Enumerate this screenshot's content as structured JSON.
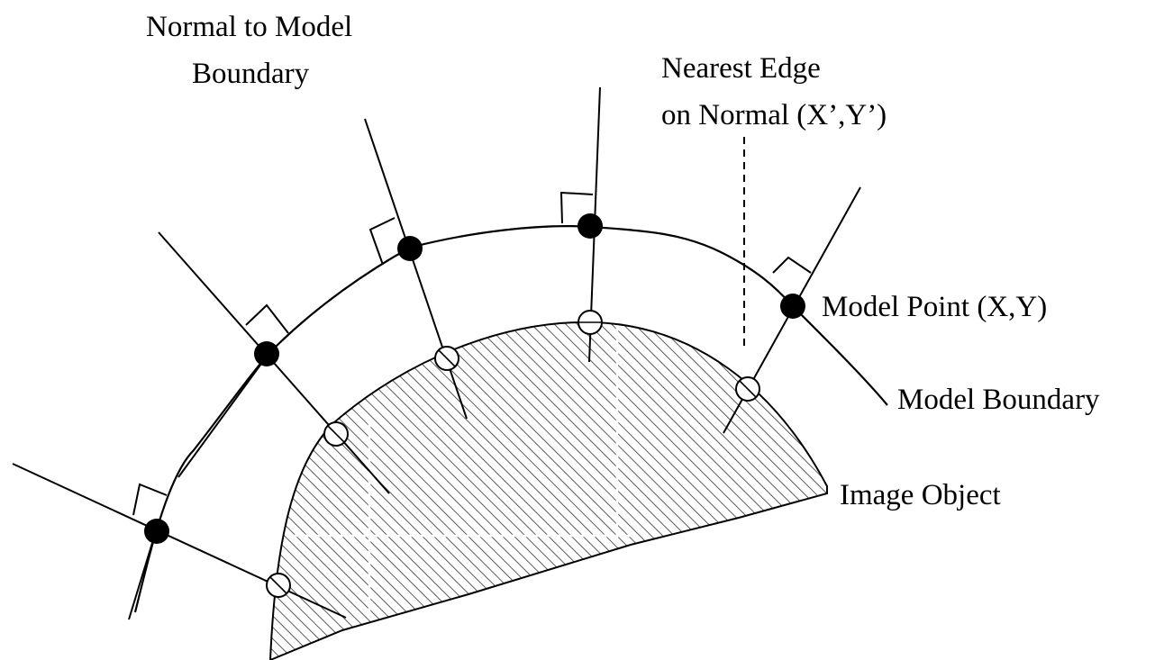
{
  "labels": {
    "normal_line1": "Normal to Model",
    "normal_line2": "Boundary",
    "nearest_line1": "Nearest Edge",
    "nearest_line2": "on Normal (X’,Y’)",
    "model_point": "Model Point (X,Y)",
    "model_boundary": "Model Boundary",
    "image_object": "Image Object"
  },
  "style": {
    "ink": "#000000",
    "hatch": "#333333",
    "background": "#ffffff"
  }
}
